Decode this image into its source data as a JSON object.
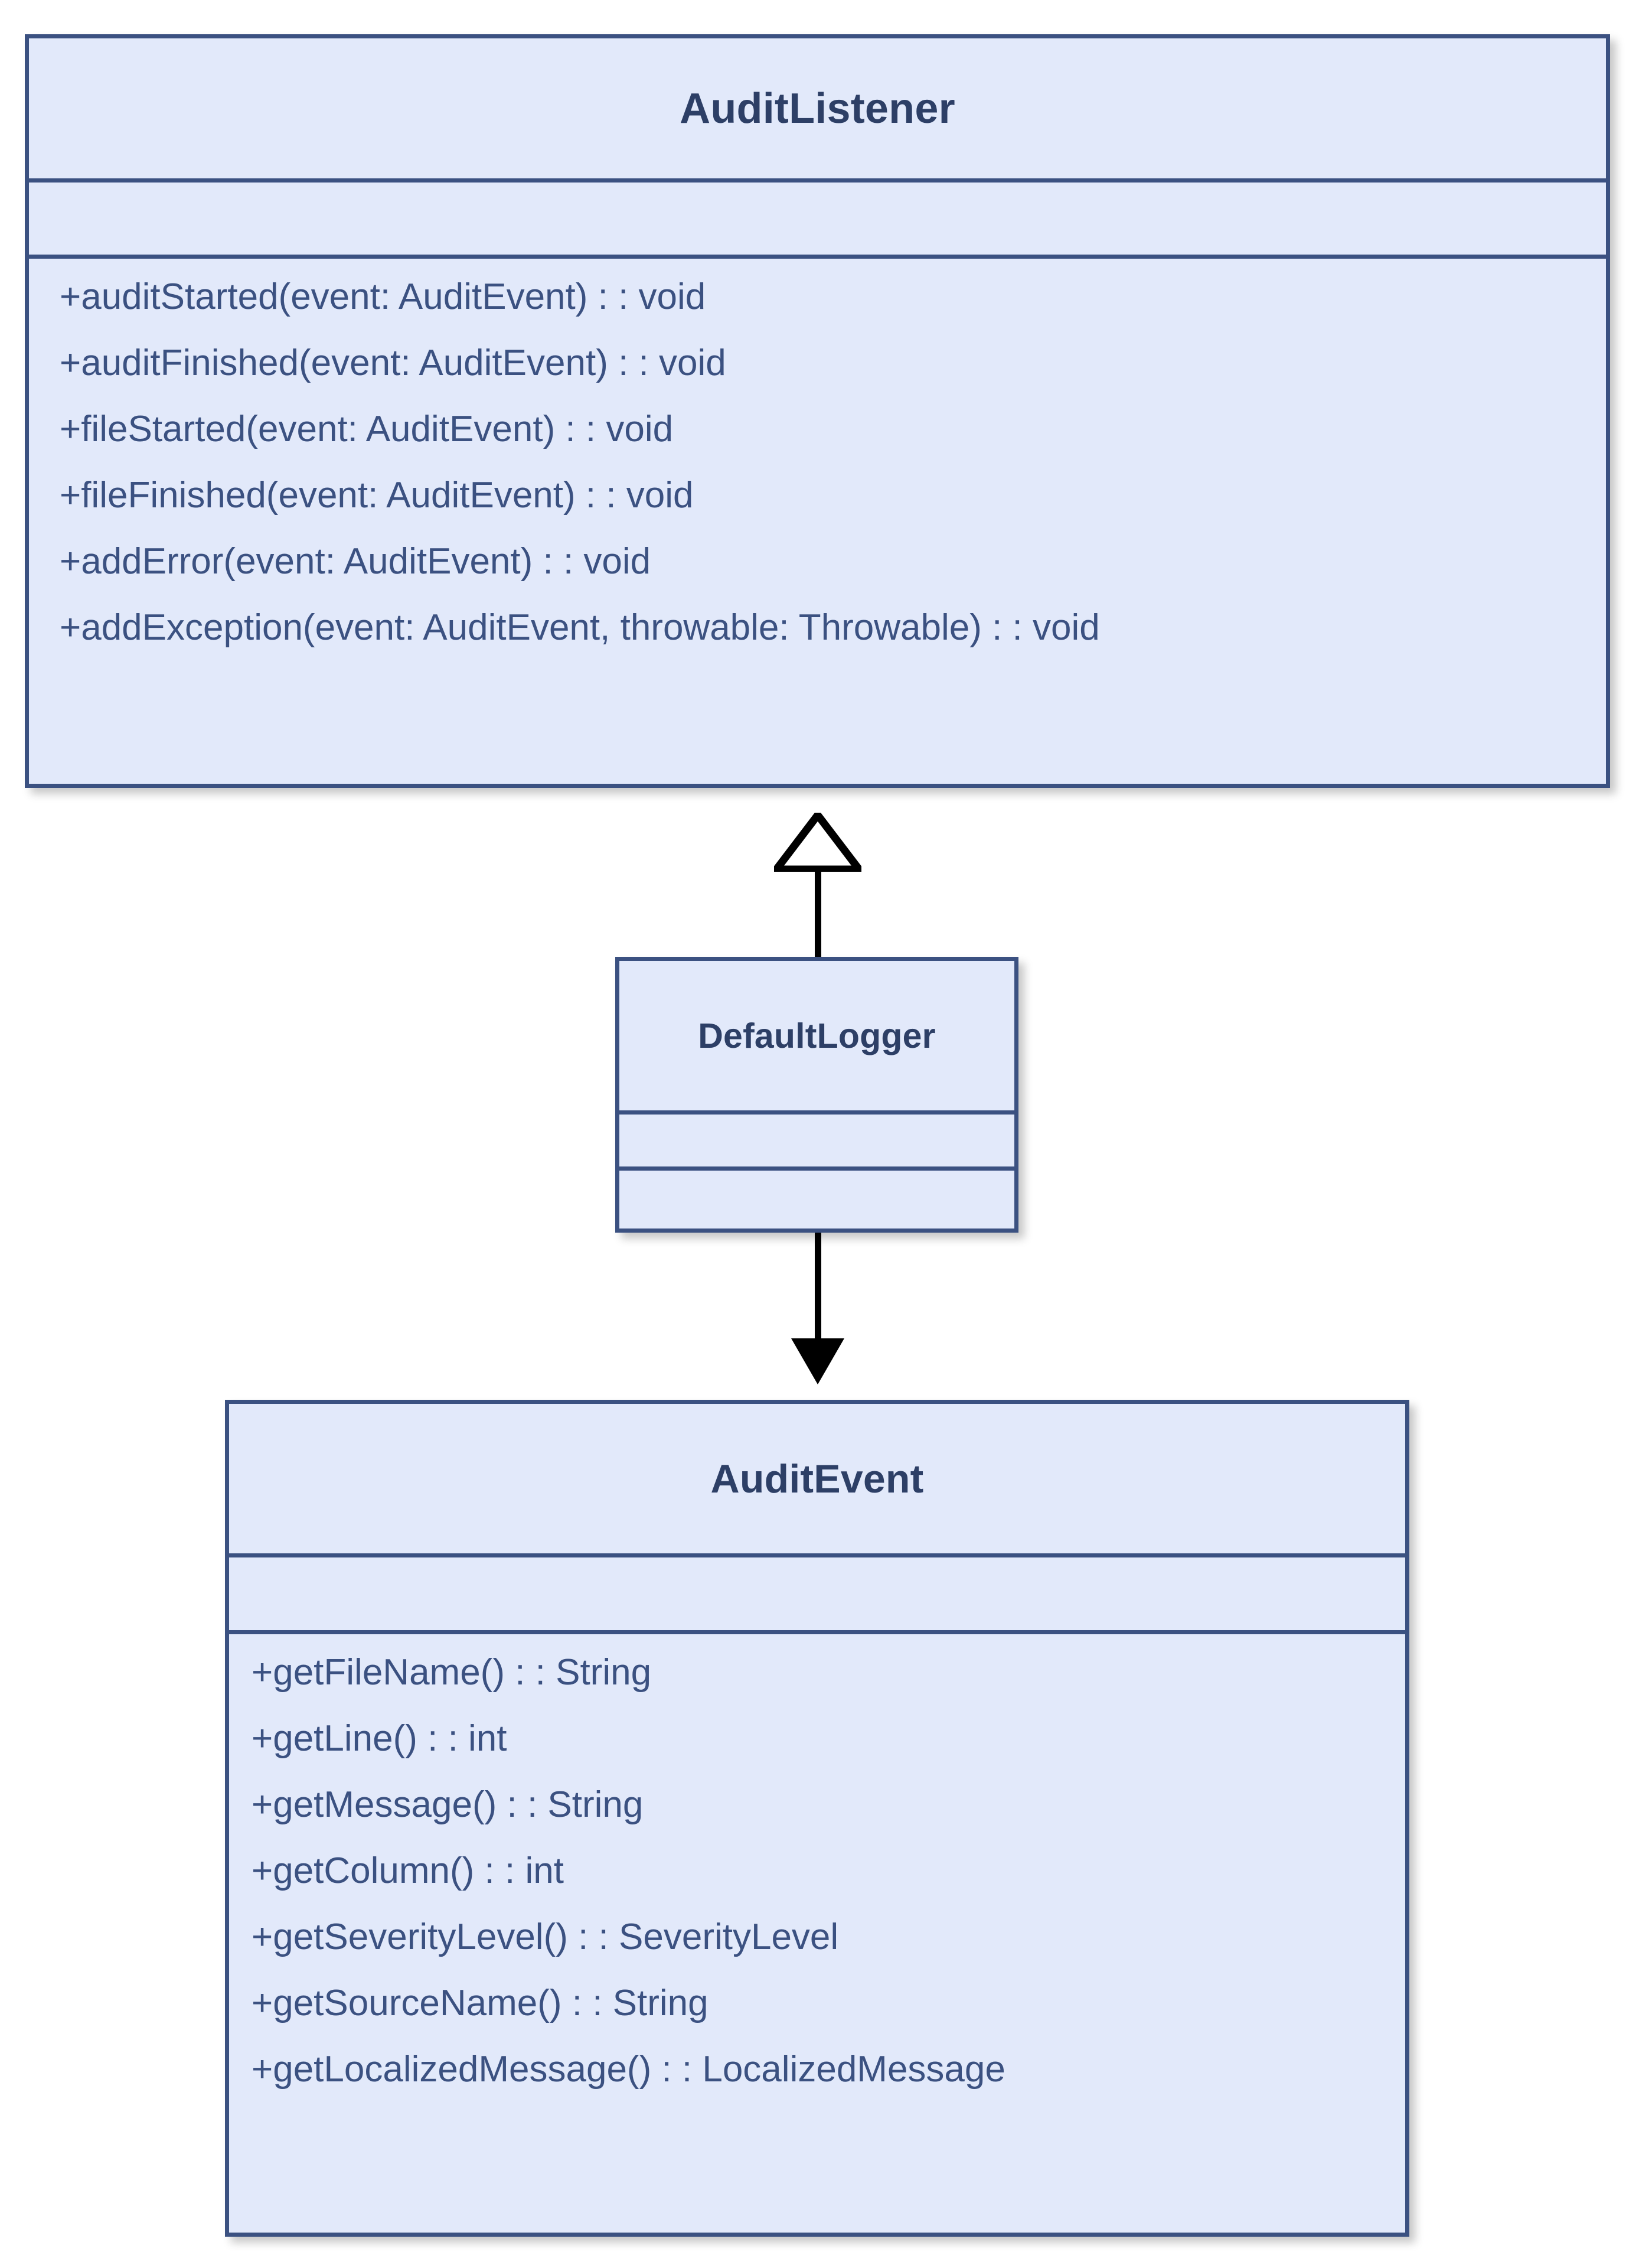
{
  "diagram": {
    "type": "uml-class-diagram",
    "colors": {
      "box_fill": "#e2e9fa",
      "box_border": "#3b5181",
      "title_text": "#2d3f66",
      "member_text": "#3b5181",
      "connector": "#000000",
      "background": "#ffffff"
    },
    "classes": [
      {
        "id": "auditlistener",
        "name": "AuditListener",
        "attributes": [],
        "methods": [
          "+auditStarted(event: AuditEvent) : : void",
          "+auditFinished(event: AuditEvent) : : void",
          "+fileStarted(event: AuditEvent) : : void",
          "+fileFinished(event: AuditEvent) : : void",
          "+addError(event: AuditEvent) : : void",
          "+addException(event: AuditEvent, throwable: Throwable) : : void"
        ]
      },
      {
        "id": "defaultlogger",
        "name": "DefaultLogger",
        "attributes": [],
        "methods": []
      },
      {
        "id": "auditevent",
        "name": "AuditEvent",
        "attributes": [],
        "methods": [
          "+getFileName() : : String",
          "+getLine() : : int",
          "+getMessage() : : String",
          "+getColumn() : : int",
          "+getSeverityLevel() : : SeverityLevel",
          "+getSourceName() : : String",
          "+getLocalizedMessage() : : LocalizedMessage"
        ]
      }
    ],
    "relationships": [
      {
        "id": "generalization",
        "kind": "generalization",
        "arrowhead": "hollow-triangle",
        "from": "DefaultLogger",
        "to": "AuditListener",
        "label": ""
      },
      {
        "id": "dependency",
        "kind": "dependency",
        "arrowhead": "solid-arrow",
        "from": "DefaultLogger",
        "to": "AuditEvent",
        "label": ""
      }
    ]
  }
}
